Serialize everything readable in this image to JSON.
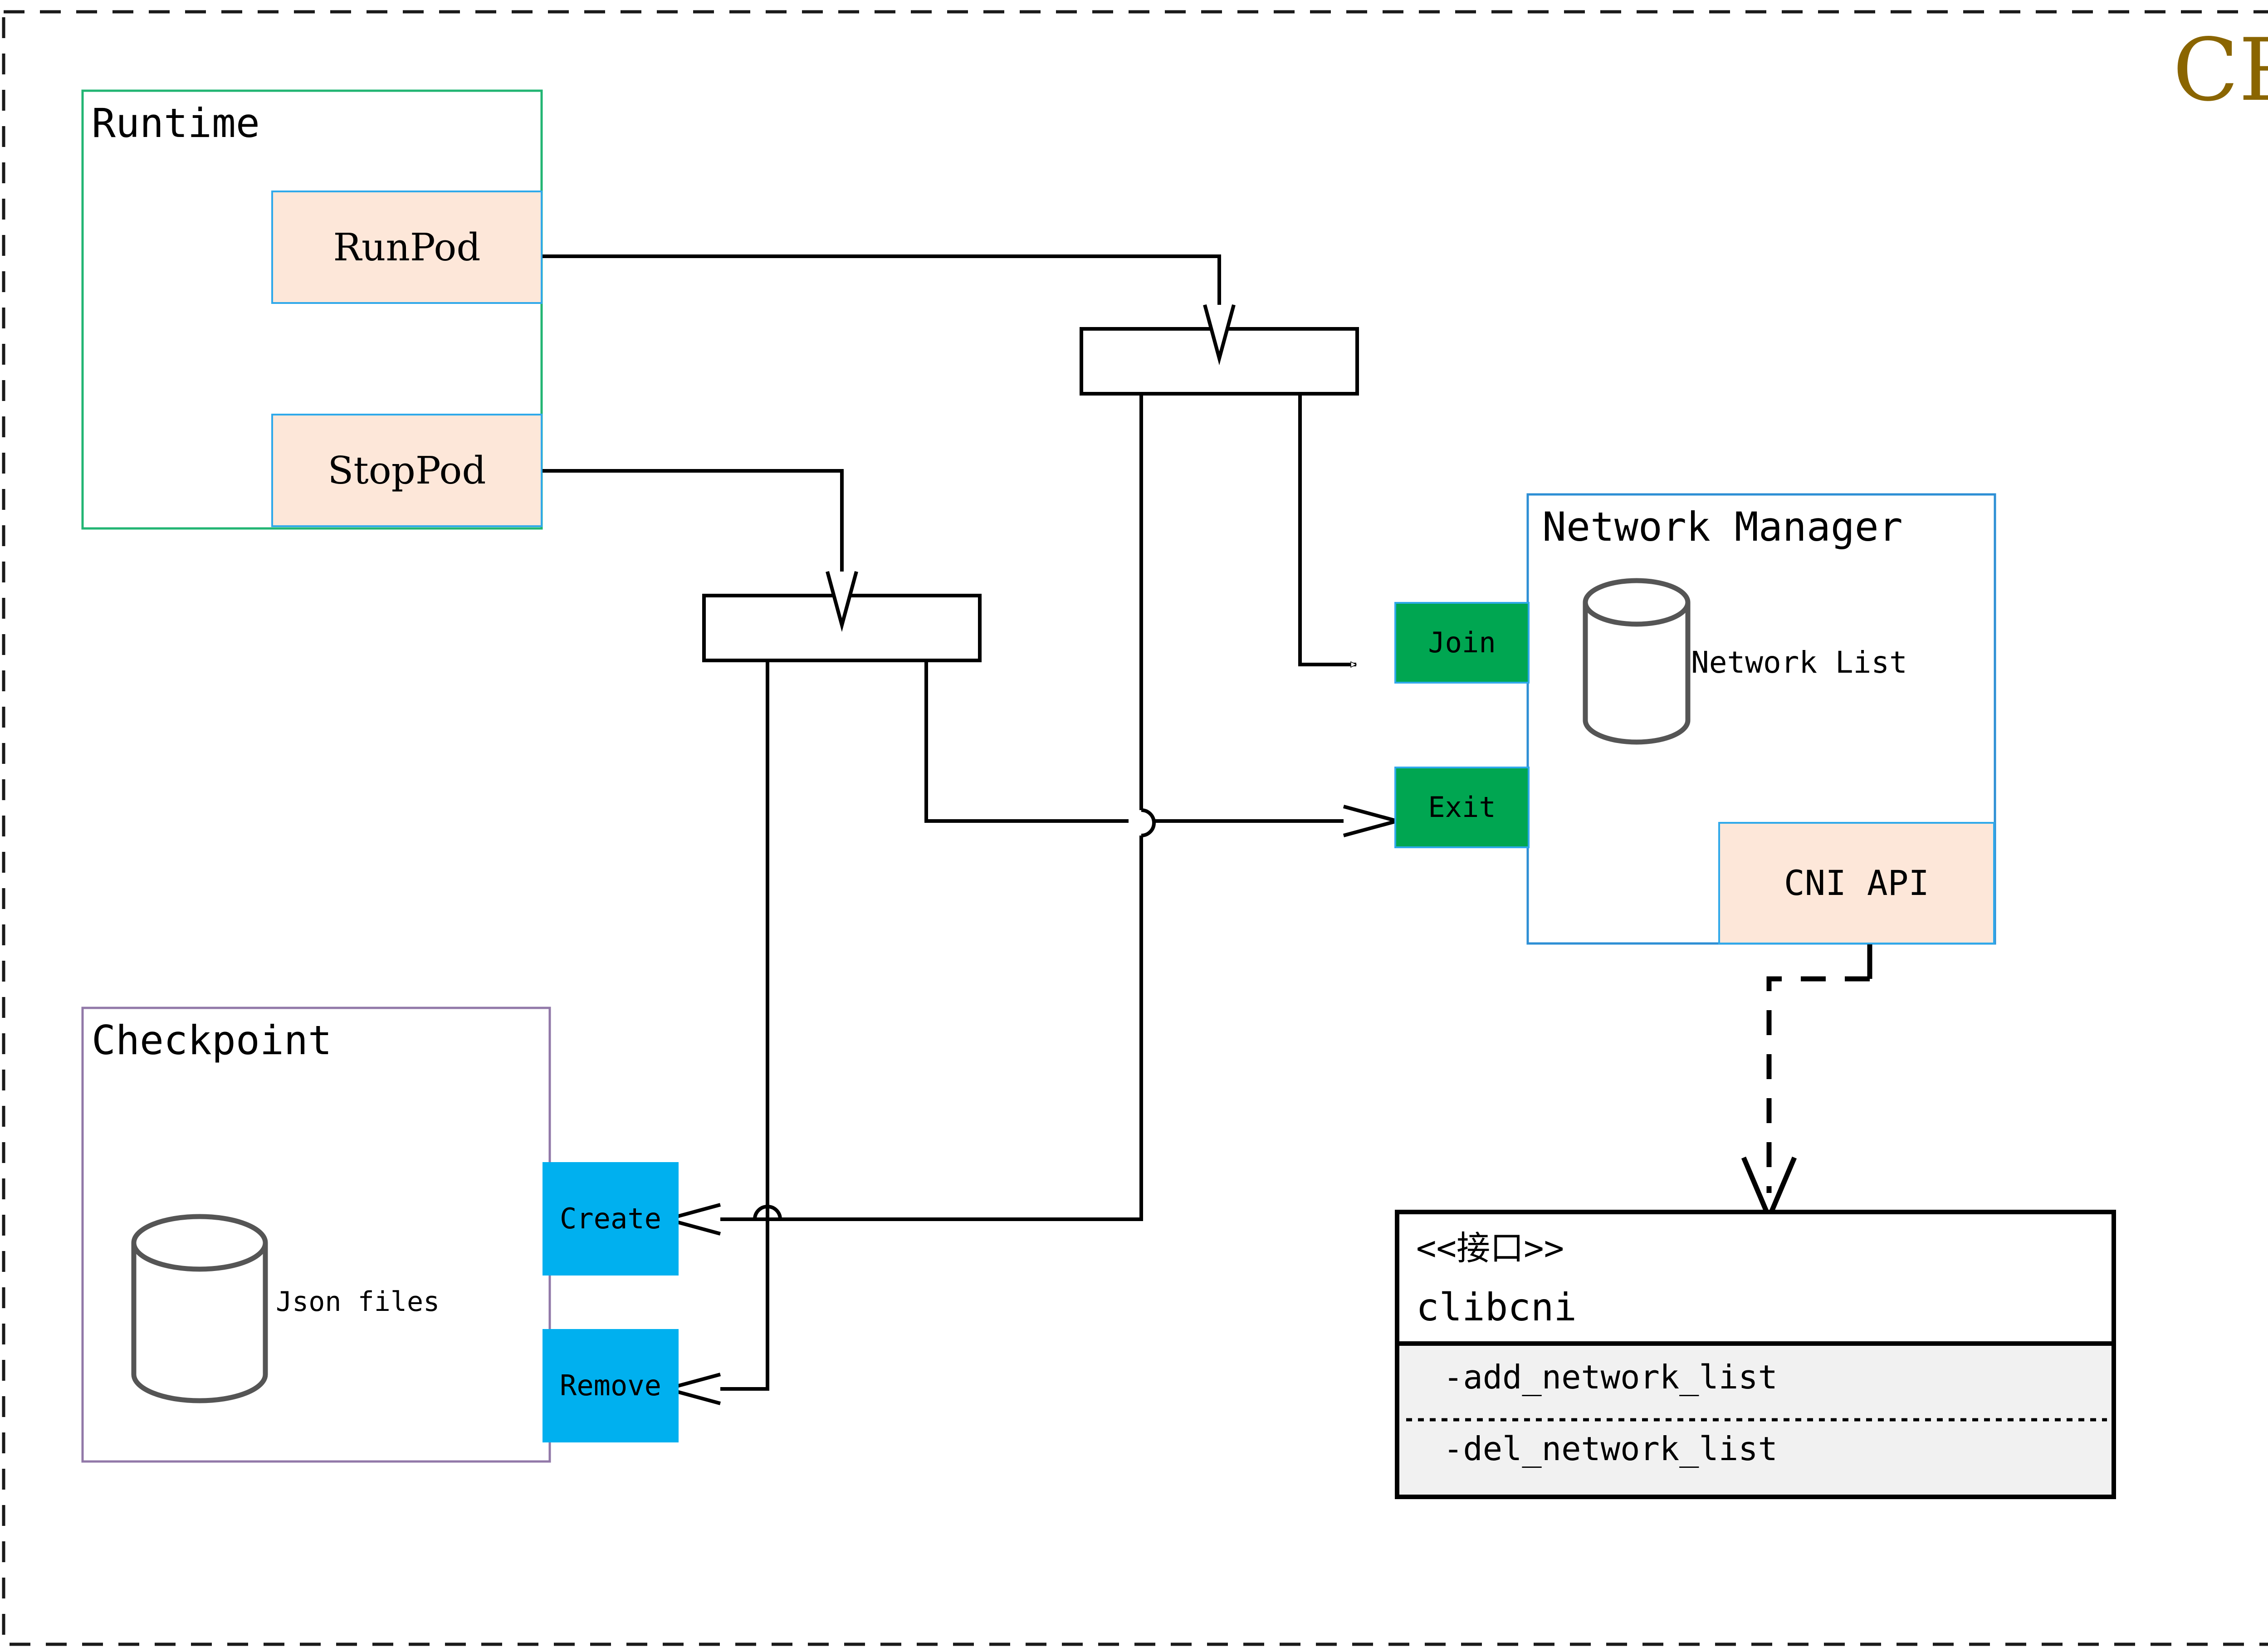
{
  "diagram": {
    "title": "CRI",
    "title_color": "#8a6500",
    "outer_border_style": "dashed",
    "outer_border_color": "#1a1a1a"
  },
  "palette": {
    "runtime_border": "#22b573",
    "pod_fill": "#fde7d9",
    "pod_border": "#30a9ea",
    "checkpoint_border": "#9178a8",
    "network_manager_border": "#2d8fd5",
    "green_port_fill": "#00a651",
    "green_port_border": "#30a9ea",
    "cyan_port_fill": "#00b0ef",
    "cni_api_fill": "#fde7d9",
    "cni_api_border": "#30a9ea",
    "cylinder_stroke": "#555555",
    "interface_border": "#000000",
    "interface_methods_fill": "#f1f1f1",
    "connector_color": "#000000"
  },
  "runtime": {
    "label": "Runtime",
    "operations": [
      {
        "label": "RunPod"
      },
      {
        "label": "StopPod"
      }
    ]
  },
  "checkpoint": {
    "label": "Checkpoint",
    "store_label": "Json files",
    "store_icon": "cylinder-database-icon",
    "ports": [
      {
        "label": "Create"
      },
      {
        "label": "Remove"
      }
    ]
  },
  "network_manager": {
    "label": "Network Manager",
    "store_label": "Network List",
    "store_icon": "cylinder-database-icon",
    "ports": [
      {
        "label": "Join"
      },
      {
        "label": "Exit"
      }
    ],
    "api_label": "CNI API"
  },
  "interface_box": {
    "stereotype": "<<接口>>",
    "name": "clibcni",
    "methods": [
      "-add_network_list",
      "-del_network_list"
    ]
  },
  "forks": [
    {
      "name": "runpod-fork-bar"
    },
    {
      "name": "stoppod-fork-bar"
    }
  ],
  "connectors": [
    {
      "from": "RunPod",
      "to": "runpod-fork-bar",
      "style": "solid",
      "arrow": "open-triangle"
    },
    {
      "from": "StopPod",
      "to": "stoppod-fork-bar",
      "style": "solid",
      "arrow": "open-triangle"
    },
    {
      "from": "runpod-fork-bar",
      "to": "Join",
      "style": "solid",
      "arrow": "open-triangle"
    },
    {
      "from": "runpod-fork-bar",
      "to": "Create",
      "style": "solid",
      "arrow": "open-triangle"
    },
    {
      "from": "stoppod-fork-bar",
      "to": "Exit",
      "style": "solid",
      "arrow": "open-triangle"
    },
    {
      "from": "stoppod-fork-bar",
      "to": "Remove",
      "style": "solid",
      "arrow": "open-triangle"
    },
    {
      "from": "CNI API",
      "to": "clibcni",
      "style": "dashed",
      "arrow": "open-v"
    }
  ]
}
